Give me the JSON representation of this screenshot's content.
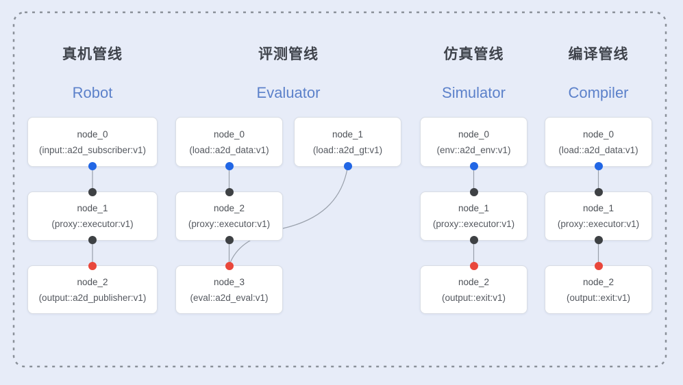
{
  "diagram": {
    "colors": {
      "background": "#e7ecf8",
      "dashed_border": "#8a9099",
      "edge_line": "#99a0ab",
      "node_fill": "#ffffff",
      "node_border": "#d9dde4",
      "title_text": "#3f434b",
      "subtitle_text": "#5c81ca",
      "output_port_blue": "#2166e5",
      "middle_port_black": "#3e4144",
      "final_input_port_red": "#e9473b"
    },
    "pipelines": [
      {
        "title": "真机管线",
        "subtitle": "Robot",
        "nodes": [
          {
            "name": "node_0",
            "type": "(input::a2d_subscriber:v1)"
          },
          {
            "name": "node_1",
            "type": "(proxy::executor:v1)"
          },
          {
            "name": "node_2",
            "type": "(output::a2d_publisher:v1)"
          }
        ]
      },
      {
        "title": "评测管线",
        "subtitle": "Evaluator",
        "nodes": [
          {
            "name": "node_0",
            "type": "(load::a2d_data:v1)"
          },
          {
            "name": "node_1",
            "type": "(load::a2d_gt:v1)"
          },
          {
            "name": "node_2",
            "type": "(proxy::executor:v1)"
          },
          {
            "name": "node_3",
            "type": "(eval::a2d_eval:v1)"
          }
        ]
      },
      {
        "title": "仿真管线",
        "subtitle": "Simulator",
        "nodes": [
          {
            "name": "node_0",
            "type": "(env::a2d_env:v1)"
          },
          {
            "name": "node_1",
            "type": "(proxy::executor:v1)"
          },
          {
            "name": "node_2",
            "type": "(output::exit:v1)"
          }
        ]
      },
      {
        "title": "编译管线",
        "subtitle": "Compiler",
        "nodes": [
          {
            "name": "node_0",
            "type": "(load::a2d_data:v1)"
          },
          {
            "name": "node_1",
            "type": "(proxy::executor:v1)"
          },
          {
            "name": "node_2",
            "type": "(output::exit:v1)"
          }
        ]
      }
    ],
    "edges": [
      {
        "from": "robot.node_0",
        "to": "robot.node_1"
      },
      {
        "from": "robot.node_1",
        "to": "robot.node_2"
      },
      {
        "from": "evaluator.node_0",
        "to": "evaluator.node_2"
      },
      {
        "from": "evaluator.node_1",
        "to": "evaluator.node_3"
      },
      {
        "from": "evaluator.node_2",
        "to": "evaluator.node_3"
      },
      {
        "from": "simulator.node_0",
        "to": "simulator.node_1"
      },
      {
        "from": "simulator.node_1",
        "to": "simulator.node_2"
      },
      {
        "from": "compiler.node_0",
        "to": "compiler.node_1"
      },
      {
        "from": "compiler.node_1",
        "to": "compiler.node_2"
      }
    ]
  }
}
